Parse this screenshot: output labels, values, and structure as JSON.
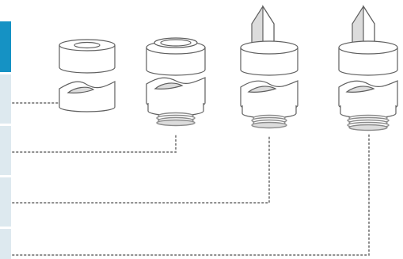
{
  "colors": {
    "active_tab": "#1592c4",
    "inactive_tab": "#dde9ef",
    "leader_line": "#8e8e8e",
    "part_stroke": "#5f5f5f",
    "part_fill": "#ffffff",
    "part_shade": "#dcdcdc",
    "thread": "#8a8a8a"
  },
  "side_tabs": [
    {
      "name": "tab-1",
      "active": true
    },
    {
      "name": "tab-2",
      "active": false
    },
    {
      "name": "tab-3",
      "active": false
    },
    {
      "name": "tab-4",
      "active": false
    },
    {
      "name": "tab-5",
      "active": false
    }
  ],
  "assemblies": [
    {
      "name": "assembly-1",
      "top_part": "plain-ring",
      "threads": 0
    },
    {
      "name": "assembly-2",
      "top_part": "ring-with-flange",
      "threads": 4
    },
    {
      "name": "assembly-3",
      "top_part": "pointed-tip",
      "threads": 4
    },
    {
      "name": "assembly-4",
      "top_part": "pointed-tip",
      "threads": 5
    }
  ]
}
